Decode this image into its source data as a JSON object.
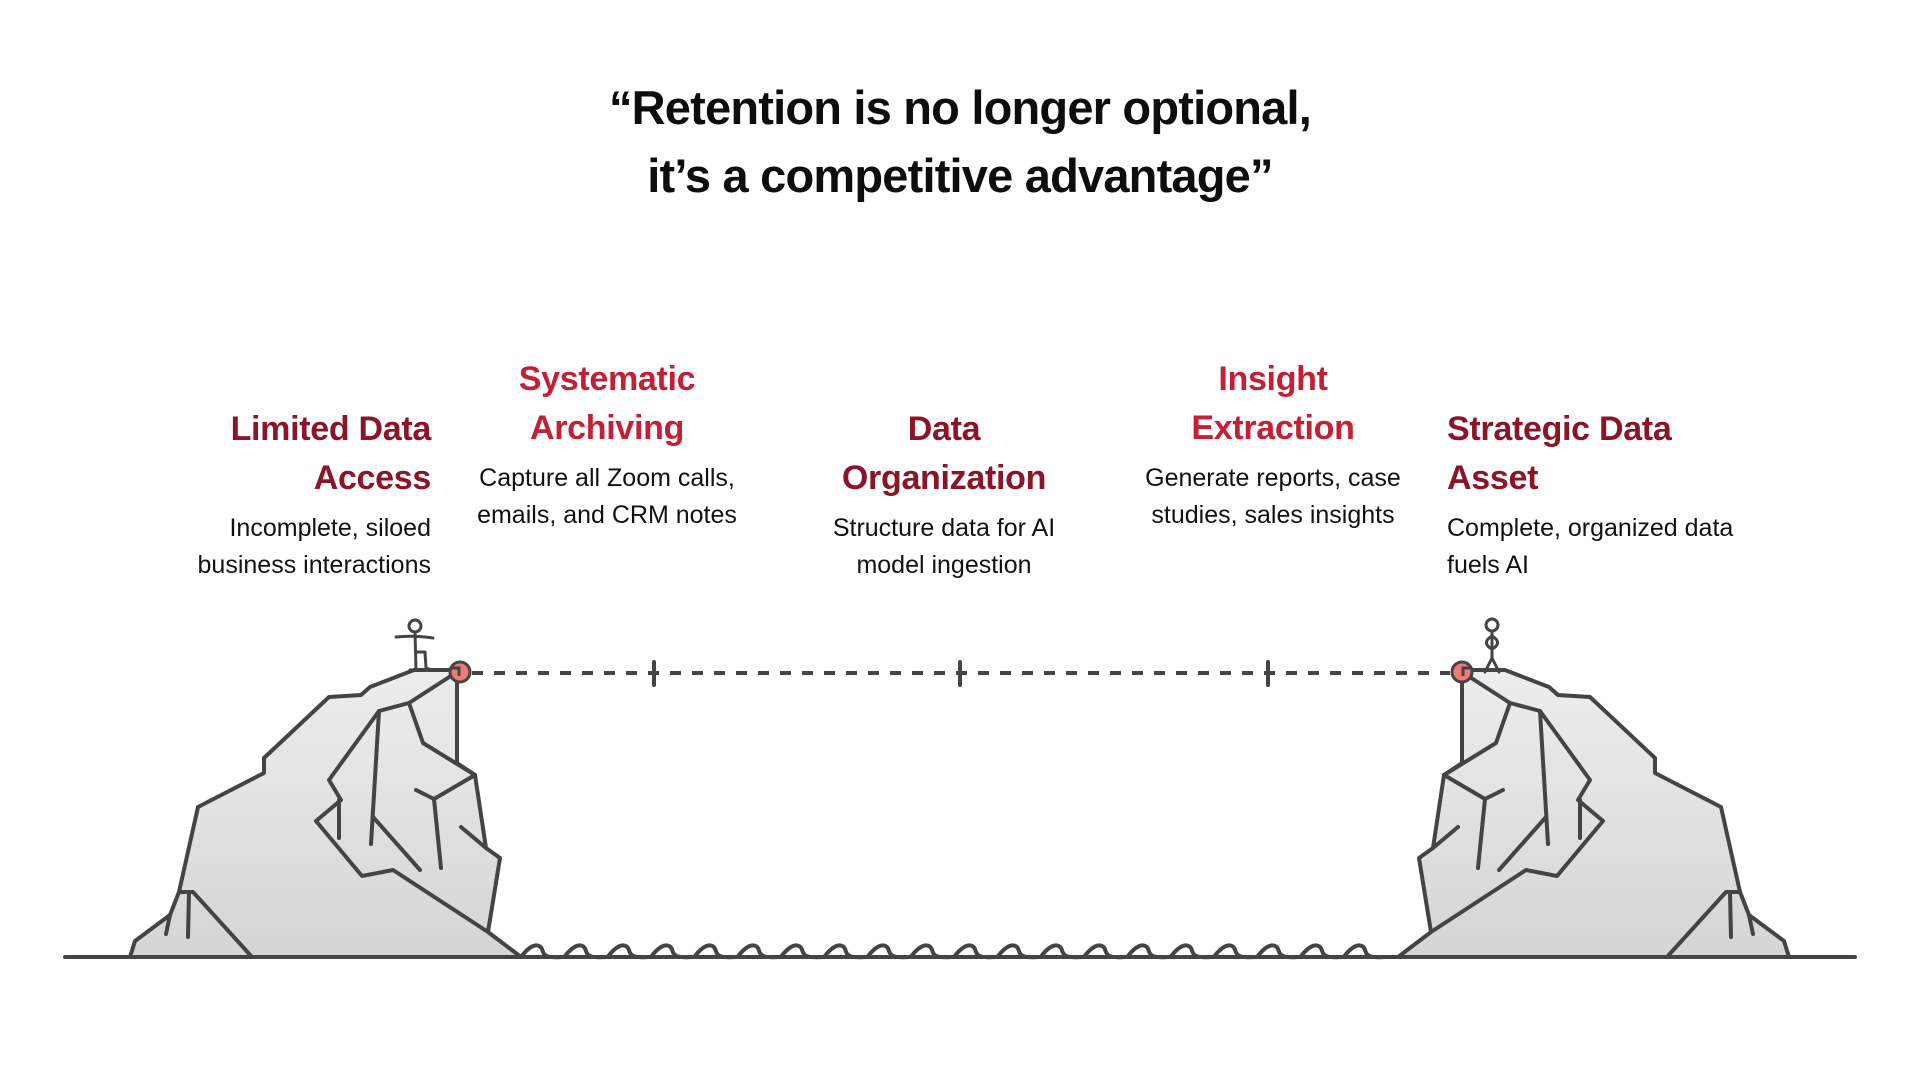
{
  "title": {
    "line1": "“Retention is no longer optional,",
    "line2": "it’s a competitive advantage”"
  },
  "colors": {
    "title_text": "#0d0d0d",
    "heading_dark": "#8c1428",
    "heading_bright": "#c41f35",
    "description_text": "#111111",
    "stroke": "#444444",
    "rock_fill_top": "#ededed",
    "rock_fill_bottom": "#d5d5d5",
    "endpoint_dot": "#ef7b78"
  },
  "stages": [
    {
      "heading_lines": [
        "Limited Data",
        "Access"
      ],
      "description_lines": [
        "Incomplete, siloed",
        "business interactions"
      ],
      "tone": "dark"
    },
    {
      "heading_lines": [
        "Systematic",
        "Archiving"
      ],
      "description_lines": [
        "Capture all Zoom calls,",
        "emails, and CRM notes"
      ],
      "tone": "bright"
    },
    {
      "heading_lines": [
        "Data",
        "Organization"
      ],
      "description_lines": [
        "Structure data for AI",
        "model ingestion"
      ],
      "tone": "dark"
    },
    {
      "heading_lines": [
        "Insight",
        "Extraction"
      ],
      "description_lines": [
        "Generate reports, case",
        "studies, sales insights"
      ],
      "tone": "bright"
    },
    {
      "heading_lines": [
        "Strategic Data",
        "Asset"
      ],
      "description_lines": [
        "Complete, organized data",
        "fuels AI"
      ],
      "tone": "dark"
    }
  ],
  "illustration": {
    "left_cliff": "start-cliff",
    "right_cliff": "destination-cliff",
    "left_figure": "person-stepping-forward",
    "right_figure": "person-hands-on-hips",
    "bridge": "dashed-path-with-milestone-ticks",
    "milestone_count": 3,
    "water": "wavy-gap"
  }
}
